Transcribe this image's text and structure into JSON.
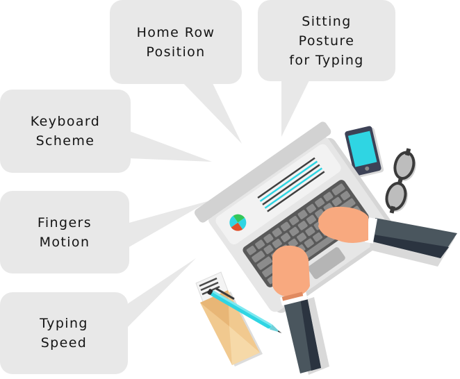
{
  "diagram": {
    "center_illustration": "person-typing-on-laptop",
    "bubbles": [
      {
        "id": "home-row",
        "lines": [
          "Home Row",
          "Position"
        ]
      },
      {
        "id": "sitting-posture",
        "lines": [
          "Sitting",
          "Posture",
          "for Typing"
        ]
      },
      {
        "id": "keyboard-scheme",
        "lines": [
          "Keyboard",
          "Scheme"
        ]
      },
      {
        "id": "fingers-motion",
        "lines": [
          "Fingers",
          "Motion"
        ]
      },
      {
        "id": "typing-speed",
        "lines": [
          "Typing",
          "Speed"
        ]
      }
    ],
    "icons": [
      "laptop-icon",
      "smartphone-icon",
      "glasses-icon",
      "envelope-icon",
      "pen-icon",
      "hands-icon"
    ],
    "colors": {
      "bubble": "#e8e8e8",
      "text": "#141414",
      "accent_cyan": "#2fd5e3",
      "skin": "#f8a97f",
      "sleeve": "#4a565e",
      "sleeve_dark": "#2b3440",
      "keyboard": "#595959",
      "key": "#8c8c8c",
      "laptop": "#e6e6e6",
      "envelope": "#f1c98f"
    }
  }
}
